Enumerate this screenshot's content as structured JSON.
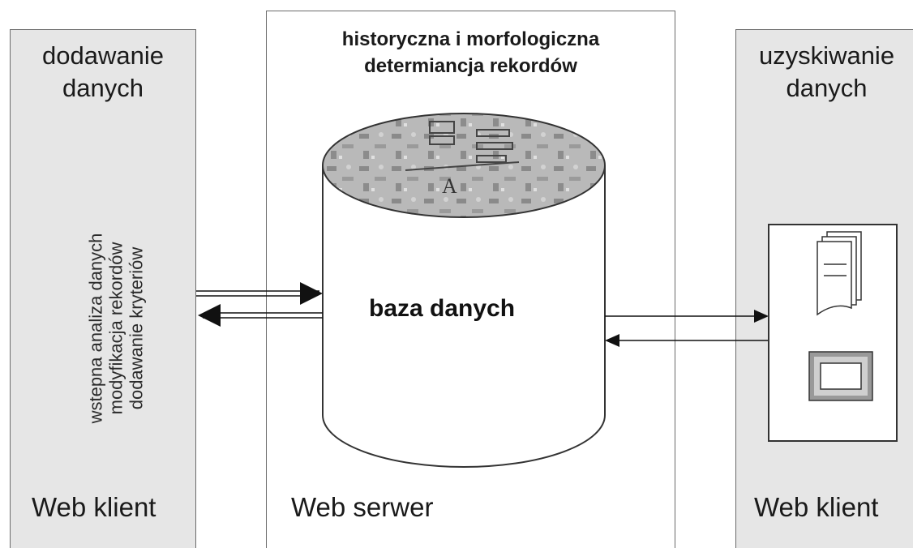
{
  "left_panel": {
    "title_line1": "dodawanie",
    "title_line2": "danych",
    "rotated_lines": [
      "wstepna analiza danych",
      "modyfikacja rekordów",
      "dodawanie kryteriów"
    ],
    "footer": "Web klient"
  },
  "center_panel": {
    "title_line1": "historyczna i morfologiczna",
    "title_line2": "determiancja rekordów",
    "database_label": "baza danych",
    "footer": "Web serwer"
  },
  "right_panel": {
    "title_line1": "uzyskiwanie",
    "title_line2": "danych",
    "footer": "Web klient"
  },
  "colors": {
    "side_panel_bg": "#e6e6e6",
    "border": "#6a6a6a",
    "arrow": "#111111"
  },
  "icons": [
    "documents-icon",
    "monitor-icon"
  ]
}
